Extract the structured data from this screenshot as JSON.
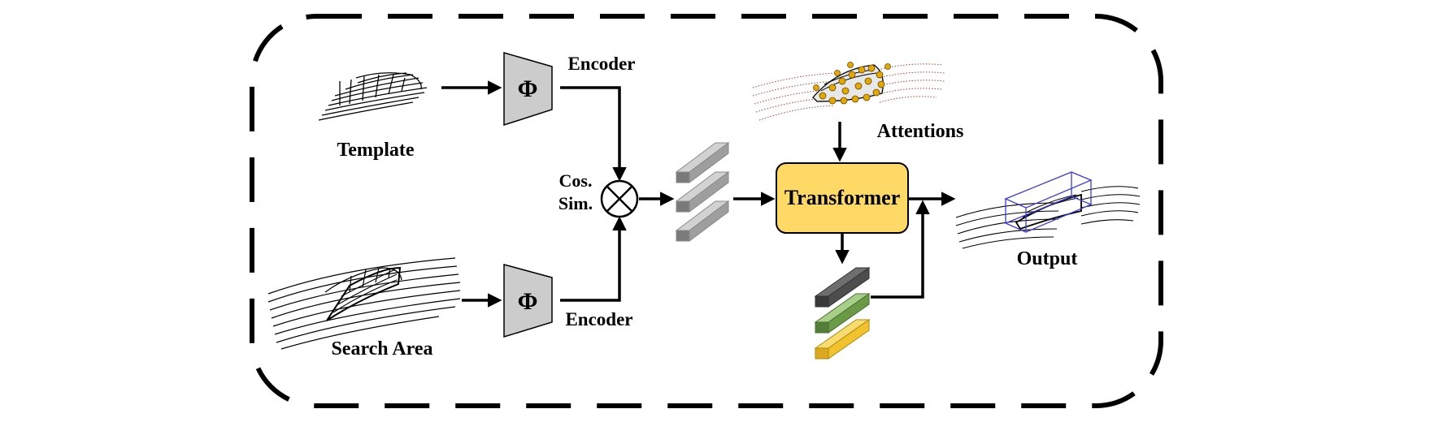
{
  "labels": {
    "template": "Template",
    "search_area": "Search Area",
    "encoder_top": "Encoder",
    "encoder_bottom": "Encoder",
    "phi_top": "Φ",
    "phi_bottom": "Φ",
    "cos": "Cos.",
    "sim": "Sim.",
    "transformer": "Transformer",
    "attentions": "Attentions",
    "output": "Output"
  },
  "colors": {
    "encoder_fill": "#cccccc",
    "transformer_fill": "#ffd966",
    "feature_gray": "#9e9e9e",
    "feature_dark": "#4d4d4d",
    "feature_green": "#6b9a47",
    "feature_yellow": "#f2c12e",
    "attention_dot": "#e6a800",
    "bbox": "#3a3adb"
  }
}
